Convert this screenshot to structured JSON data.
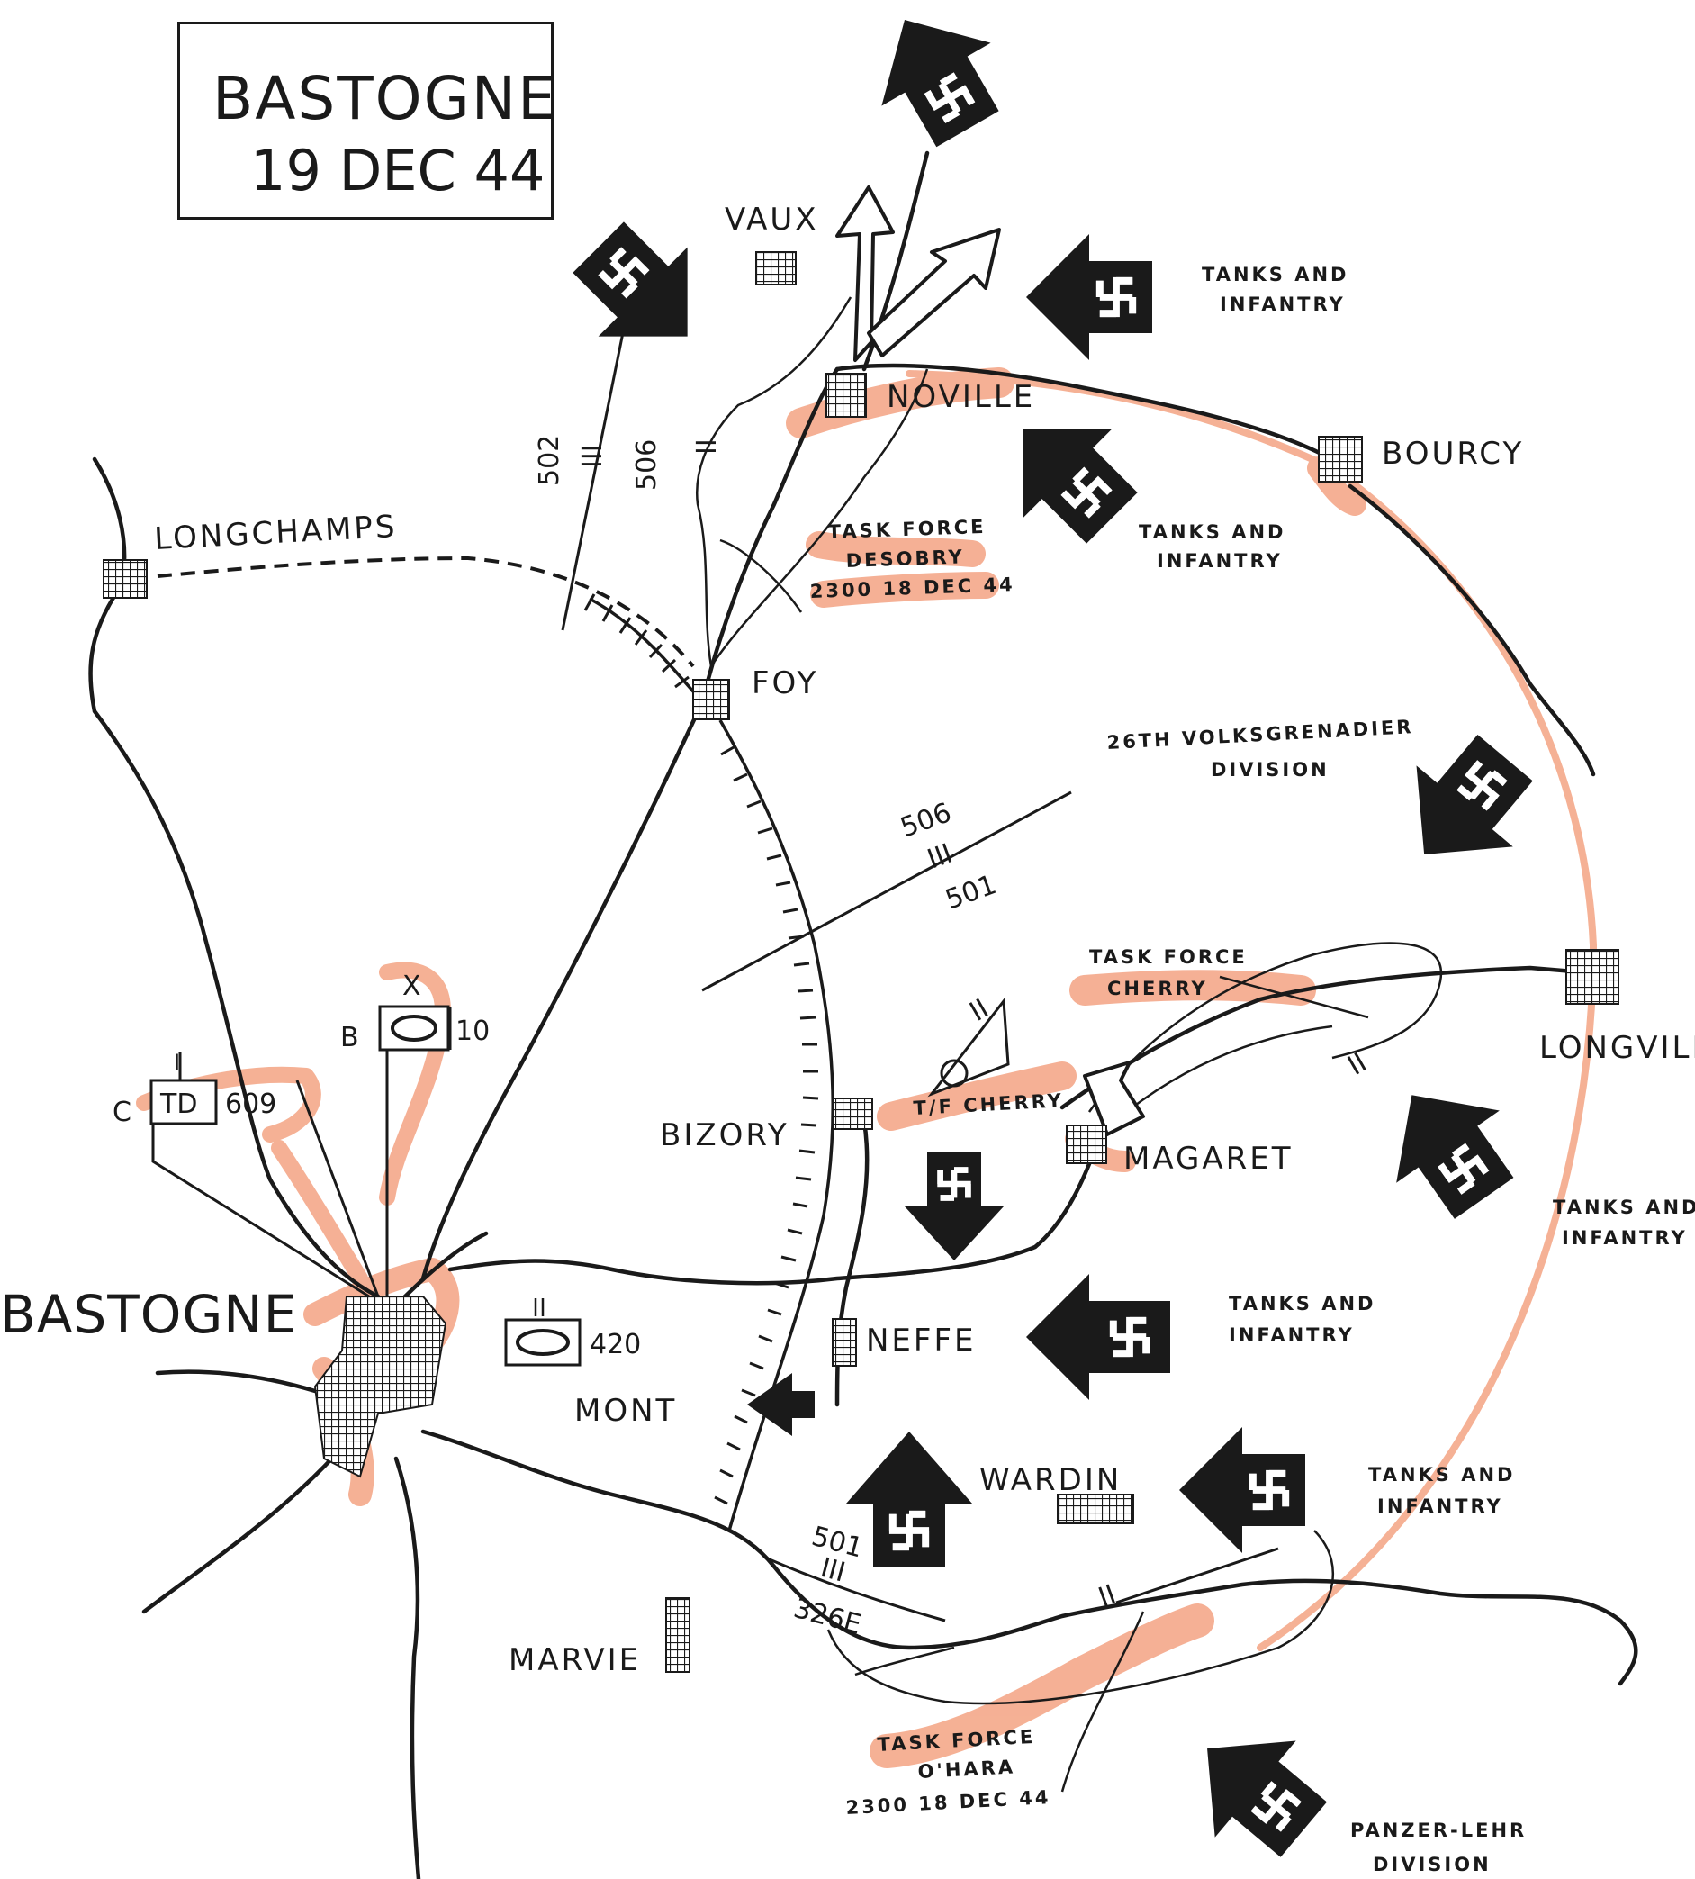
{
  "title": {
    "line1": "BASTOGNE",
    "line2": "19 DEC 44"
  },
  "towns": {
    "vaux": "VAUX",
    "noville": "NOVILLE",
    "bourcy": "BOURCY",
    "longchamps": "LONGCHAMPS",
    "foy": "FOY",
    "bizory": "BIZORY",
    "magaret": "MAGARET",
    "longvilly": "LONGVILL",
    "bastogne": "BASTOGNE",
    "neffe": "NEFFE",
    "mont": "MONT",
    "wardin": "WARDIN",
    "marvie": "MARVIE"
  },
  "forces": {
    "tf_desobry": {
      "line1": "TASK FORCE",
      "line2": "DESOBRY",
      "line3": "2300 18 DEC 44"
    },
    "tf_cherry": {
      "line1": "TASK FORCE",
      "line2": "CHERRY"
    },
    "tf_cherry_short": "T/F CHERRY",
    "tf_ohara": {
      "line1": "TASK FORCE",
      "line2": "O'HARA",
      "line3": "2300 18 DEC 44"
    },
    "volksgrenadier": {
      "line1": "26TH VOLKSGRENADIER",
      "line2": "DIVISION"
    },
    "panzer_lehr": {
      "line1": "PANZER-LEHR",
      "line2": "DIVISION"
    },
    "tanks_infantry": {
      "line1": "TANKS AND",
      "line2": "INFANTRY"
    }
  },
  "unit_labels": {
    "b502": "502",
    "b506a": "506",
    "bIII": "III",
    "bII": "II",
    "b506b": "506",
    "b501a": "501",
    "b501b": "501",
    "b326": "326E",
    "b420": "420",
    "b10": "10",
    "b609": "609",
    "td": "TD",
    "c": "C",
    "b": "B",
    "x": "X",
    "i": "I"
  },
  "colors": {
    "ink": "#1a1a1a",
    "highlight": "#f4a88a"
  }
}
